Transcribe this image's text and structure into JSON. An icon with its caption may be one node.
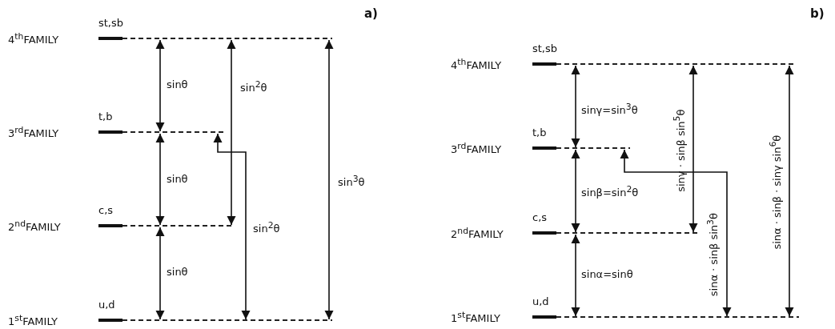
{
  "diagram": {
    "nodes": [
      {
        "text": [
          "4$^{th}$FAMILY"
        ],
        "beside": [
          "st,sb"
        ]
      },
      {
        "text": [
          "3$^{rd}$FAMILY"
        ],
        "beside": [
          "t,b"
        ]
      },
      {
        "text": [
          "2$^{nd}$FAMILY"
        ],
        "beside": [
          "c,s"
        ]
      },
      {
        "text": [
          "1$^{st}$FAMILY"
        ],
        "beside": [
          "u,d"
        ]
      },
      {
        "text": [
          "4$^{th}$FAMILY"
        ],
        "beside": [
          "st,sb"
        ]
      },
      {
        "text": [
          "3$^{rd}$FAMILY"
        ],
        "beside": [
          "t,b"
        ]
      },
      {
        "text": [
          "2$^{nd}$FAMILY"
        ],
        "beside": [
          "c,s"
        ]
      },
      {
        "text": [
          "1$^{st}$FAMILY"
        ],
        "beside": [
          "u,d"
        ]
      }
    ],
    "edges": [
      {
        "from": 0,
        "to": 1,
        "arrow": "both",
        "label": "sinθ"
      },
      {
        "from": 1,
        "to": 2,
        "arrow": "both",
        "label": "sinθ"
      },
      {
        "from": 2,
        "to": 3,
        "arrow": "both",
        "label": "sinθ"
      },
      {
        "from": 0,
        "to": 2,
        "arrow": "both",
        "label": "sin$^{2}$θ"
      },
      {
        "from": 1,
        "to": 3,
        "arrow": "both",
        "label": "sin$^{2}$θ"
      },
      {
        "from": 0,
        "to": 3,
        "arrow": "both",
        "label": "sin$^{3}$θ"
      },
      {
        "from": 4,
        "to": 5,
        "arrow": "both",
        "label": "sinγ=sin$^{3}$θ"
      },
      {
        "from": 5,
        "to": 6,
        "arrow": "both",
        "label": "sinβ=sin$^{2}$θ"
      },
      {
        "from": 6,
        "to": 7,
        "arrow": "both",
        "label": "sinα=sinθ"
      },
      {
        "from": 4,
        "to": 6,
        "arrow": "both",
        "label": "sinγ · sinβ sin$^{5}$θ"
      },
      {
        "from": 5,
        "to": 7,
        "arrow": "both",
        "label": "sinα · sinβ sin$^{3}$θ"
      },
      {
        "from": 4,
        "to": 7,
        "arrow": "both",
        "label": "sinα · sinβ · sinγ sin$^{6}$θ"
      }
    ],
    "labels": [
      "a)",
      "b)"
    ]
  }
}
